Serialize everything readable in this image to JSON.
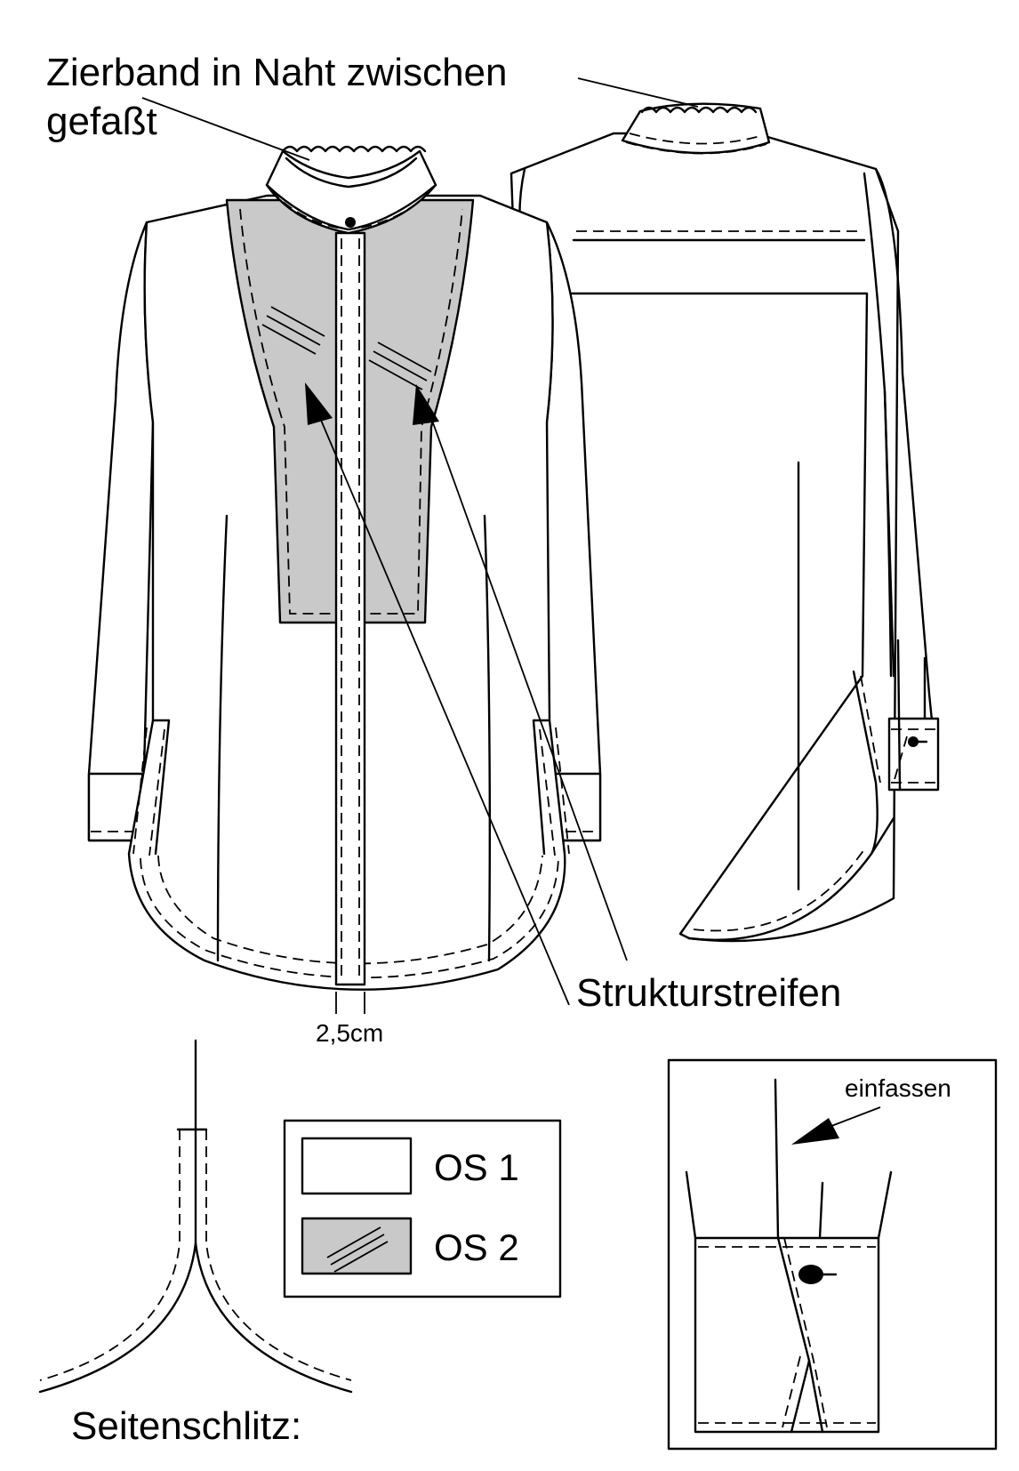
{
  "labels": {
    "ribbon_note_line1": "Zierband in Naht zwischen",
    "ribbon_note_line2": "gefaßt",
    "texture_stripes": "Strukturstreifen",
    "placket_width": "2,5cm",
    "binding_note": "einfassen",
    "side_slit_title": "Seitenschlitz:"
  },
  "legend": {
    "items": [
      {
        "label": "OS 1",
        "swatch_color": "#ffffff"
      },
      {
        "label": "OS 2",
        "swatch_color": "#c9c9c9"
      }
    ]
  },
  "colors": {
    "line": "#000000",
    "os2_fill": "#c9c9c9",
    "background": "#ffffff"
  }
}
